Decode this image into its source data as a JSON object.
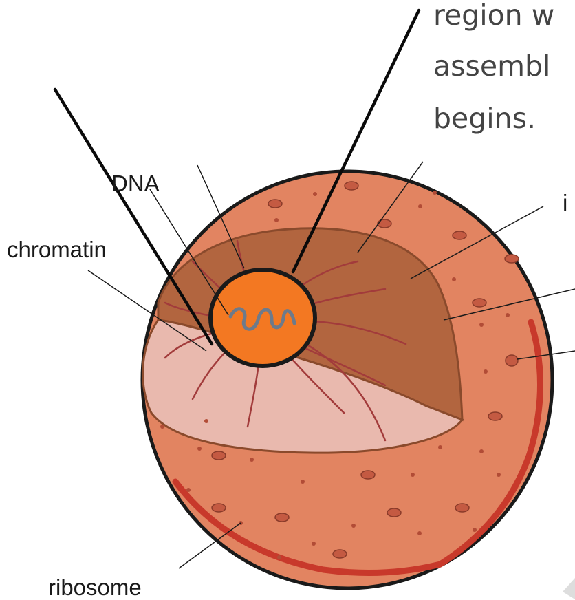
{
  "colors": {
    "cytoplasm": "#e28461",
    "cell_outline": "#1a1a1a",
    "nucleus_inner": "#b2653f",
    "nucleus_lower": "#e9b9ae",
    "nucleolus": "#f37822",
    "chromatin": "#a23b3b",
    "membrane_red": "#c8392b",
    "ribosome": "#c45a42"
  },
  "labels": {
    "dna": "DNA",
    "chromatin": "chromatin",
    "ribosome": "ribosome",
    "inner_partial": "i"
  },
  "note_lines": [
    "region w",
    "assembl",
    "begins."
  ]
}
